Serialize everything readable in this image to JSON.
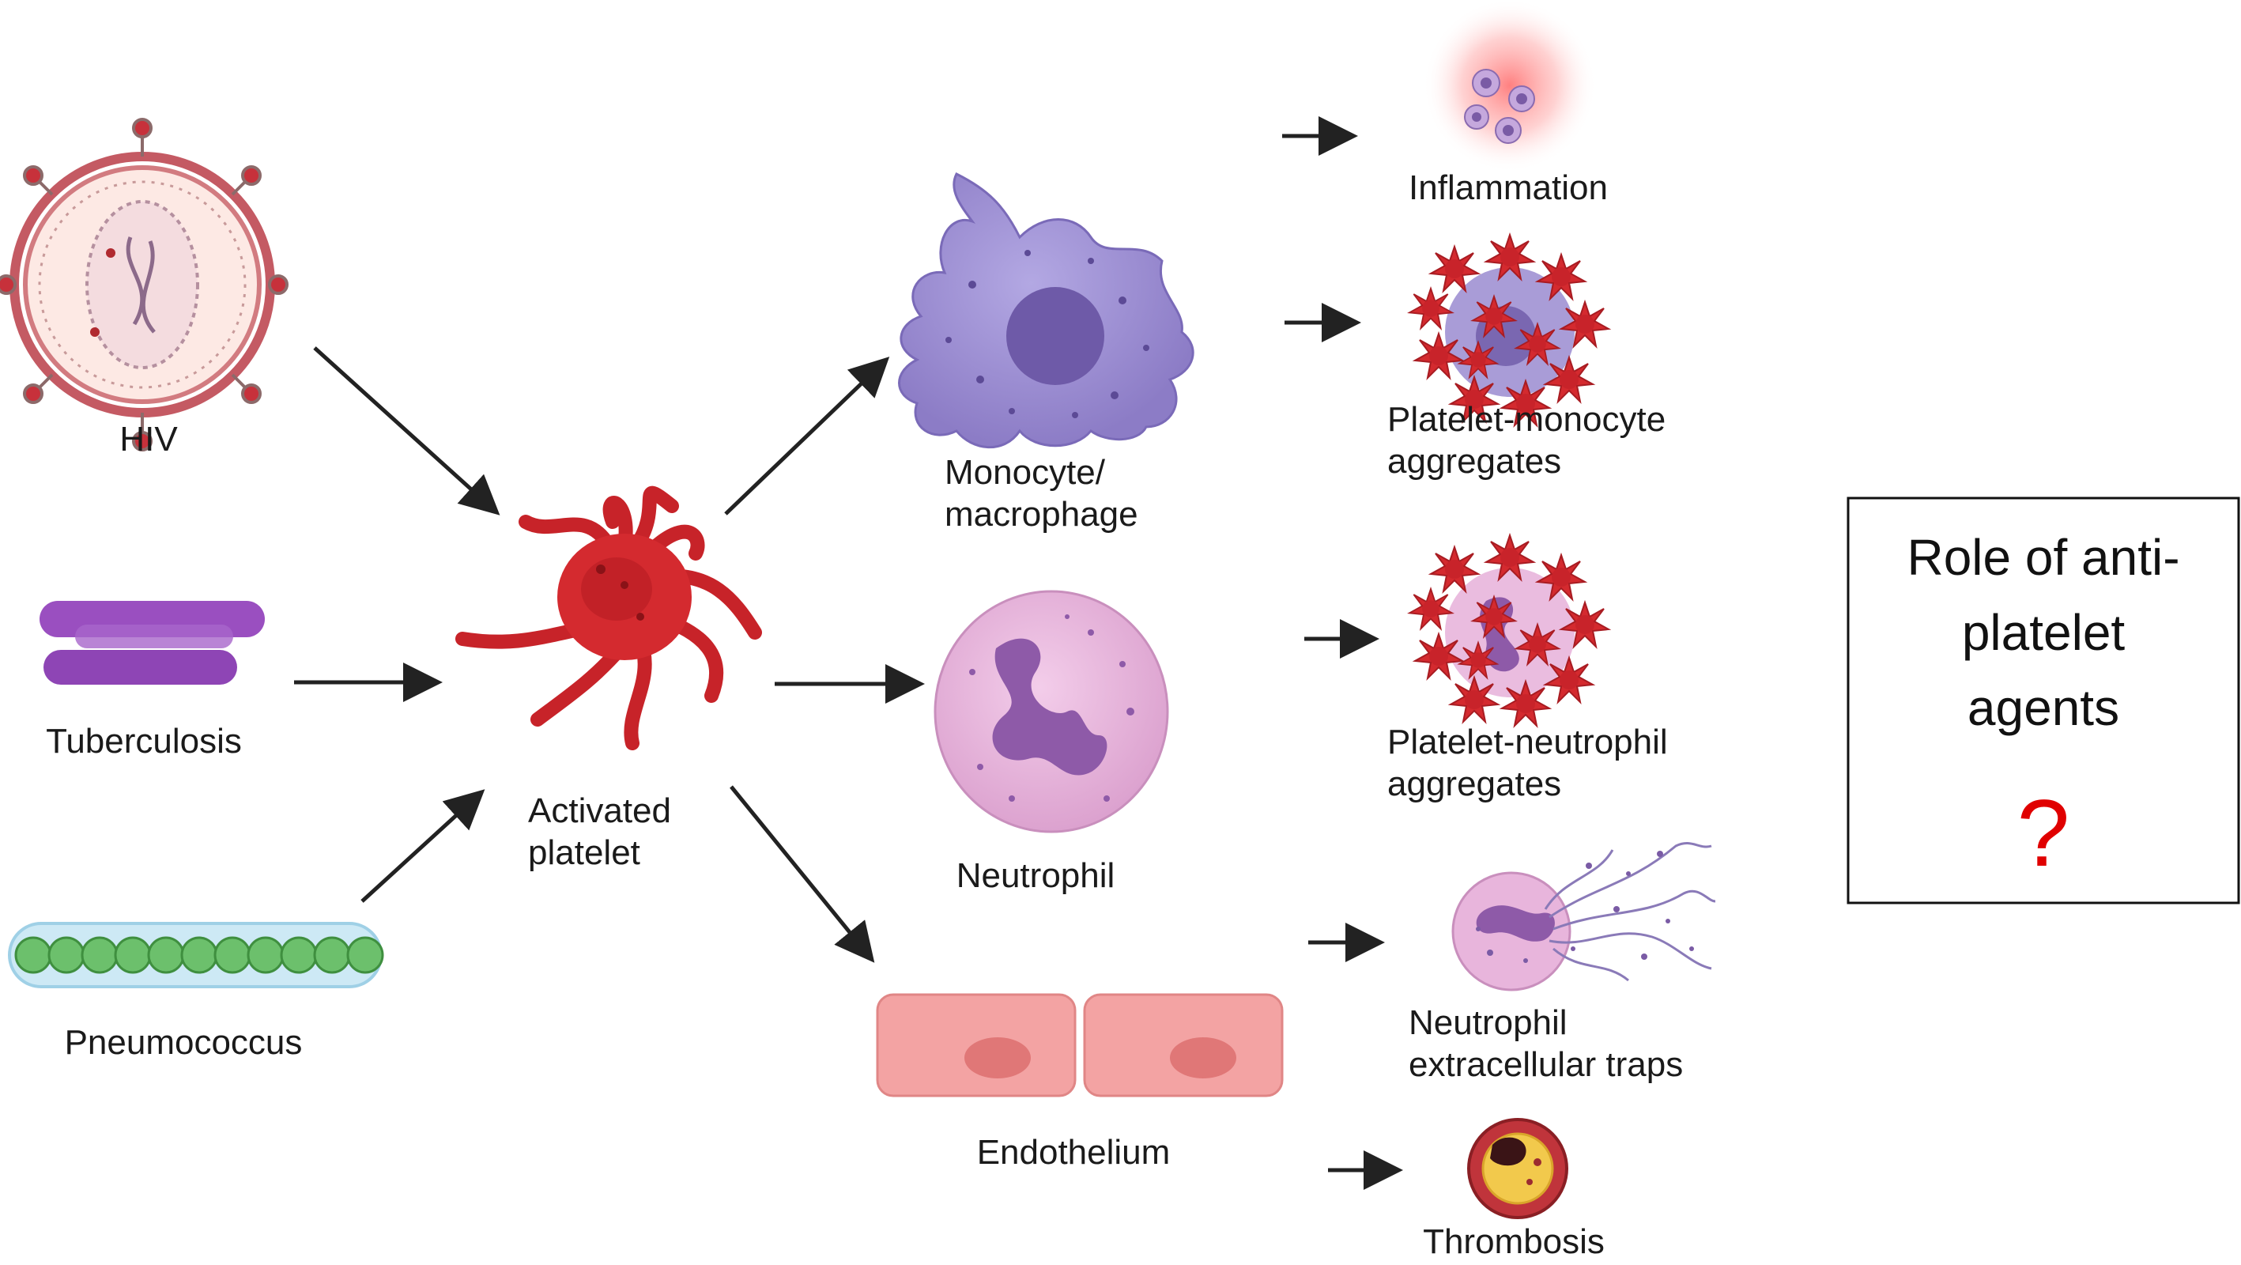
{
  "pathogens": {
    "hiv": "HIV",
    "tuberculosis": "Tuberculosis",
    "pneumococcus": "Pneumococcus"
  },
  "center": {
    "line1": "Activated",
    "line2": "platelet"
  },
  "cells": {
    "monocyte_line1": "Monocyte/",
    "monocyte_line2": "macrophage",
    "neutrophil": "Neutrophil",
    "endothelium": "Endothelium"
  },
  "outcomes": {
    "inflammation": "Inflammation",
    "pma_line1": "Platelet-monocyte",
    "pma_line2": "aggregates",
    "pna_line1": "Platelet-neutrophil",
    "pna_line2": "aggregates",
    "net_line1": "Neutrophil",
    "net_line2": "extracellular traps",
    "thrombosis": "Thrombosis"
  },
  "role_box": {
    "line1": "Role of anti-",
    "line2": "platelet",
    "line3": "agents",
    "mark": "?"
  },
  "colors": {
    "platelet_red": "#d42a2f",
    "monocyte_purple": "#9a8bd0",
    "neutrophil_pink": "#e8b5dc",
    "endothelium_pink": "#f3a3a3",
    "tb_purple": "#9a4fc0",
    "pneumo_green": "#6cc06c",
    "question_red": "#e00000"
  },
  "icons": [
    "hiv-virus-icon",
    "tuberculosis-bacilli-icon",
    "pneumococcus-chain-icon",
    "activated-platelet-icon",
    "monocyte-icon",
    "neutrophil-icon",
    "endothelium-icon",
    "inflammation-icon",
    "aggregate-icon",
    "net-icon",
    "thrombosis-icon"
  ]
}
